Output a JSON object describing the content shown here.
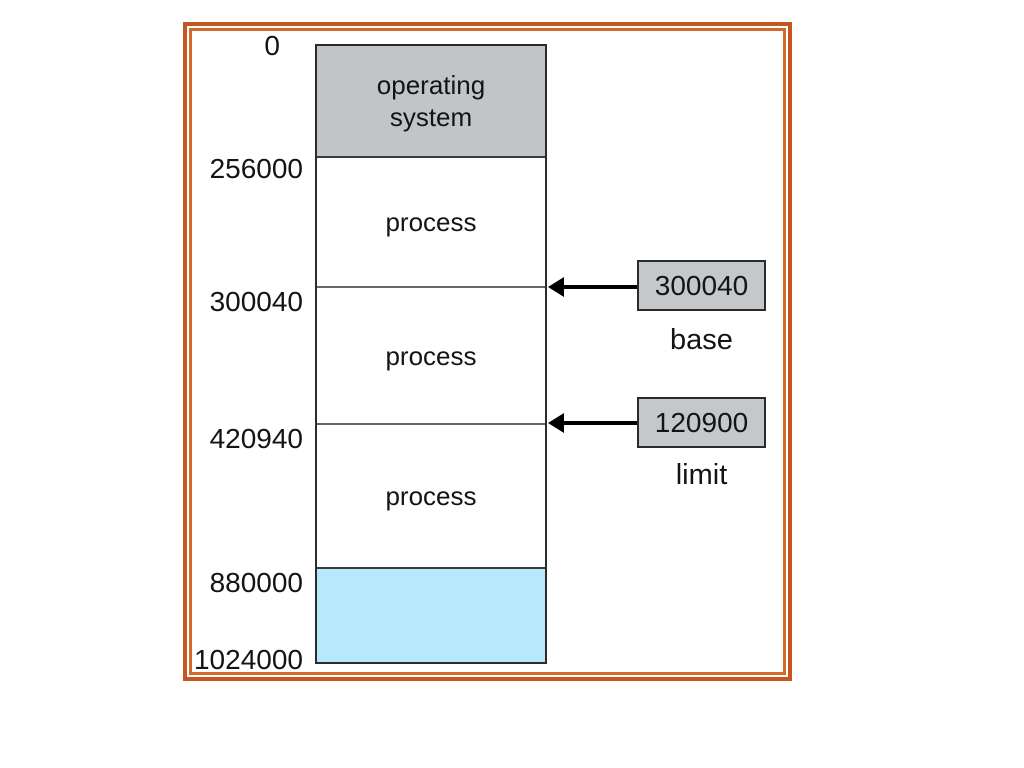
{
  "memory": {
    "address_labels": [
      "0",
      "256000",
      "300040",
      "420940",
      "880000",
      "1024000"
    ],
    "segments": [
      {
        "name": "operating-system",
        "label": "operating system"
      },
      {
        "name": "process-1",
        "label": "process"
      },
      {
        "name": "process-2",
        "label": "process"
      },
      {
        "name": "process-3",
        "label": "process"
      },
      {
        "name": "free-space",
        "label": ""
      }
    ]
  },
  "registers": {
    "base": {
      "value": "300040",
      "label": "base"
    },
    "limit": {
      "value": "120900",
      "label": "limit"
    }
  },
  "colors": {
    "frame_orange": "#c4571f",
    "frame_orange_inner": "#d2692e",
    "os_gray": "#c2c5c8",
    "register_gray": "#c5c8cb",
    "free_blue": "#b5e9fb",
    "line_dark": "#2b2b2b",
    "line_mid": "#666666",
    "text_color": "#141414"
  }
}
